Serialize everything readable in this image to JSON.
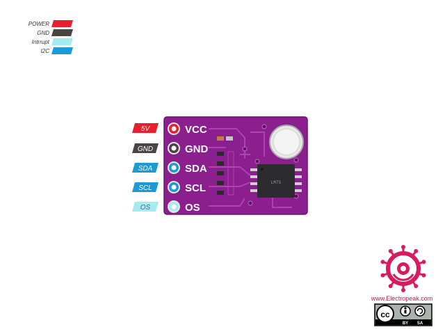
{
  "legend": [
    {
      "label": "POWER",
      "color": "#e8202e"
    },
    {
      "label": "GND",
      "color": "#4a4443"
    },
    {
      "label": "Intrrupt",
      "color": "#a5ecf2"
    },
    {
      "label": "I2C",
      "color": "#1a9ad6"
    }
  ],
  "pins": [
    {
      "tag": "5V",
      "name": "VCC",
      "tag_color": "#e8202e",
      "tag_text_color": "#ffffff",
      "pad_color": "#e8202e"
    },
    {
      "tag": "GND",
      "name": "GND",
      "tag_color": "#4a4443",
      "tag_text_color": "#ffffff",
      "pad_color": "#4a4443"
    },
    {
      "tag": "SDA",
      "name": "SDA",
      "tag_color": "#1a9ad6",
      "tag_text_color": "#ffffff",
      "pad_color": "#1a9ad6"
    },
    {
      "tag": "SCL",
      "name": "SCL",
      "tag_color": "#1a9ad6",
      "tag_text_color": "#ffffff",
      "pad_color": "#1a9ad6"
    },
    {
      "tag": "OS",
      "name": "OS",
      "tag_color": "#a5ecf2",
      "tag_text_color": "#4a6a78",
      "pad_color": "#a5ecf2"
    }
  ],
  "board": {
    "color": "#8b1f8e",
    "chip_marking": "LM75"
  },
  "brand": {
    "url": "www.Electropeak.com",
    "logo_color": "#d81b60",
    "license_labels": [
      "cc",
      "BY",
      "SA"
    ]
  }
}
